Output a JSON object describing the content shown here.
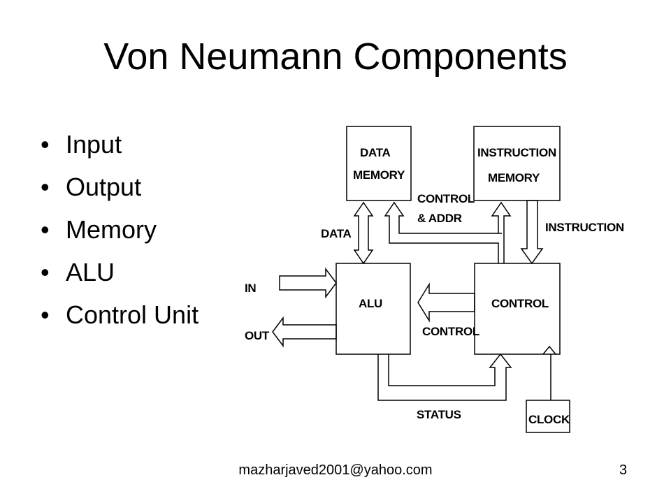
{
  "slide": {
    "title": "Von Neumann Components",
    "bullets": [
      "Input",
      "Output",
      "Memory",
      "ALU",
      "Control Unit"
    ],
    "footer": "mazharjaved2001@yahoo.com",
    "page_number": "3"
  },
  "diagram": {
    "data_memory": [
      "DATA",
      "MEMORY"
    ],
    "instruction_memory": [
      "INSTRUCTION",
      "MEMORY"
    ],
    "alu": "ALU",
    "control": "CONTROL",
    "clock": "CLOCK",
    "data_label": "DATA",
    "control_addr_label": [
      "CONTROL",
      "& ADDR"
    ],
    "instruction_label": "INSTRUCTION",
    "in_label": "IN",
    "out_label": "OUT",
    "control_signal_label": "CONTROL",
    "status_label": "STATUS"
  }
}
